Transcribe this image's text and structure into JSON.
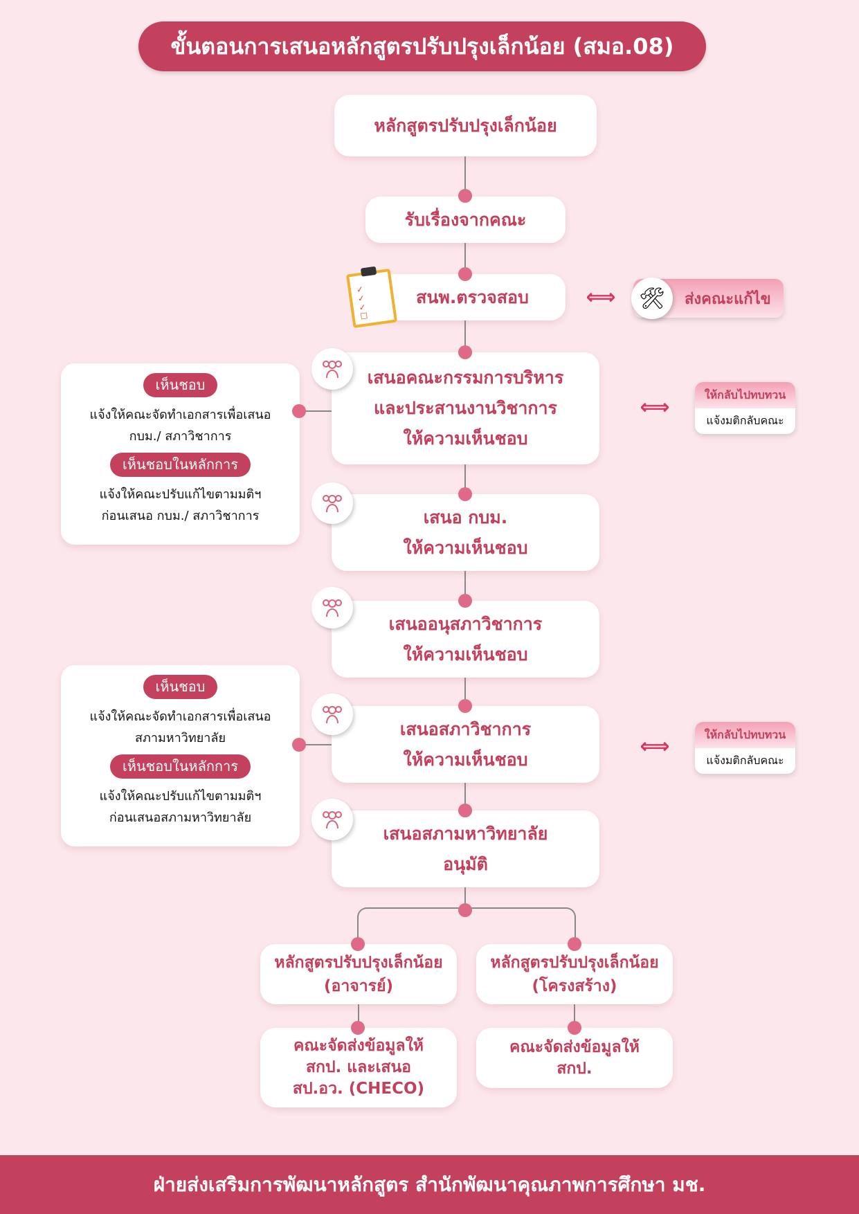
{
  "title": "ขั้นตอนการเสนอหลักสูตรปรับปรุงเล็กน้อย (สมอ.08)",
  "steps": {
    "s1": "หลักสูตรปรับปรุงเล็กน้อย",
    "s2": "รับเรื่องจากคณะ",
    "s3": "สนพ.ตรวจสอบ",
    "s4": [
      "เสนอคณะกรรมการบริหาร",
      "และประสานงานวิชาการ",
      "ให้ความเห็นชอบ"
    ],
    "s5": [
      "เสนอ กบม.",
      "ให้ความเห็นชอบ"
    ],
    "s6": [
      "เสนออนุสภาวิชาการ",
      "ให้ความเห็นชอบ"
    ],
    "s7": [
      "เสนอสภาวิชาการ",
      "ให้ความเห็นชอบ"
    ],
    "s8": [
      "เสนอสภามหาวิทยาลัย",
      "อนุมัติ"
    ],
    "b1": [
      "หลักสูตรปรับปรุงเล็กน้อย",
      "(อาจารย์)"
    ],
    "b2": [
      "หลักสูตรปรับปรุงเล็กน้อย",
      "(โครงสร้าง)"
    ],
    "b3": [
      "คณะจัดส่งข้อมูลให้",
      "สกป. และเสนอ",
      "สป.อว. (CHECO)"
    ],
    "b4": [
      "คณะจัดส่งข้อมูลให้",
      "สกป."
    ]
  },
  "send_back": "ส่งคณะแก้ไข",
  "review": {
    "title": "ให้กลับไปทบทวน",
    "body": "แจ้งมติกลับคณะ"
  },
  "left1": {
    "approve": "เห็นชอบ",
    "approve_text": [
      "แจ้งให้คณะจัดทำเอกสารเพื่อเสนอ",
      "กบม./ สภาวิชาการ"
    ],
    "principle": "เห็นชอบในหลักการ",
    "principle_text": [
      "แจ้งให้คณะปรับแก้ไขตามมติฯ",
      "ก่อนเสนอ กบม./ สภาวิชาการ"
    ]
  },
  "left2": {
    "approve": "เห็นชอบ",
    "approve_text": [
      "แจ้งให้คณะจัดทำเอกสารเพื่อเสนอ",
      "สภามหาวิทยาลัย"
    ],
    "principle": "เห็นชอบในหลักการ",
    "principle_text": [
      "แจ้งให้คณะปรับแก้ไขตามมติฯ",
      "ก่อนเสนอสภามหาวิทยาลัย"
    ]
  },
  "footer": "ฝ่ายส่งเสริมการพัฒนาหลักสูตร สำนักพัฒนาคุณภาพการศึกษา มช.",
  "colors": {
    "accent": "#c4415d",
    "dot": "#de6a88",
    "background": "#fce8ec"
  }
}
